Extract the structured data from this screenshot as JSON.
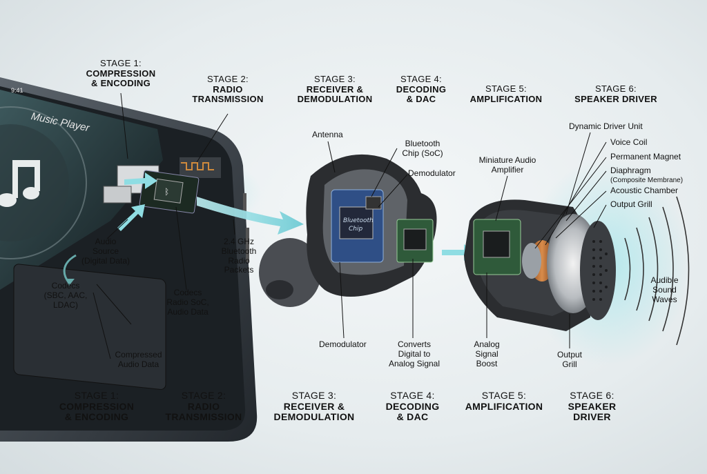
{
  "stages_top": [
    {
      "num": "STAGE 1:",
      "title": "COMPRESSION\n& ENCODING"
    },
    {
      "num": "STAGE 2:",
      "title": "RADIO\nTRANSMISSION"
    },
    {
      "num": "STAGE 3:",
      "title": "RECEIVER &\nDEMODULATION"
    },
    {
      "num": "STAGE 4:",
      "title": "DECODING\n& DAC"
    },
    {
      "num": "STAGE 5:",
      "title": "AMPLIFICATION"
    },
    {
      "num": "STAGE 6:",
      "title": "SPEAKER DRIVER"
    }
  ],
  "stages_bottom": [
    {
      "num": "STAGE 1:",
      "title": "COMPRESSION\n& ENCODING"
    },
    {
      "num": "STAGE 2:",
      "title": "RADIO\nTRANSMISSION"
    },
    {
      "num": "STAGE 3:",
      "title": "RECEIVER &\nDEMODULATION"
    },
    {
      "num": "STAGE 4:",
      "title": "DECODING\n& DAC"
    },
    {
      "num": "STAGE 5:",
      "title": "AMPLIFICATION"
    },
    {
      "num": "STAGE 6:",
      "title": "SPEAKER\nDRIVER"
    }
  ],
  "phone": {
    "time": "9:41",
    "app_name": "Music Player"
  },
  "labels": {
    "audio_source": "Audio\nSource\n(Digital Data)",
    "codecs": "Codecs\n(SBC, AAC,\nLDAC)",
    "compressed": "Compressed\nAudio Data",
    "codecs_radio": "Codecs\nRadio SoC,\nAudio Data",
    "radio_packets": "2.4 GHz\nBluetooth\nRadio\nPackets",
    "antenna": "Antenna",
    "bt_chip_soc": "Bluetooth\nChip (SoC)",
    "demodulator_top": "Demodulator",
    "bt_chip_board": "Bluetooth\nChip",
    "demodulator_bottom": "Demodulator",
    "converts": "Converts\nDigital to\nAnalog Signal",
    "mini_amp": "Miniature Audio\nAmplifier",
    "analog_boost": "Analog\nSignal\nBoost",
    "dynamic_driver": "Dynamic Driver Unit",
    "voice_coil": "Voice Coil",
    "magnet": "Permanent Magnet",
    "diaphragm": "Diaphragm",
    "diaphragm_sub": "(Composite Membrane)",
    "acoustic_chamber": "Acoustic Chamber",
    "output_grill": "Output Grill",
    "output_grill_bottom": "Output\nGrill",
    "sound_waves": "Audible\nSound\nWaves"
  },
  "colors": {
    "arrow": "#7fd6de",
    "phone_body": "#3b4148",
    "earbud_shell": "#2b2d30",
    "pcb_green": "#2f5a3a",
    "pcb_blue": "#2f4f86"
  }
}
